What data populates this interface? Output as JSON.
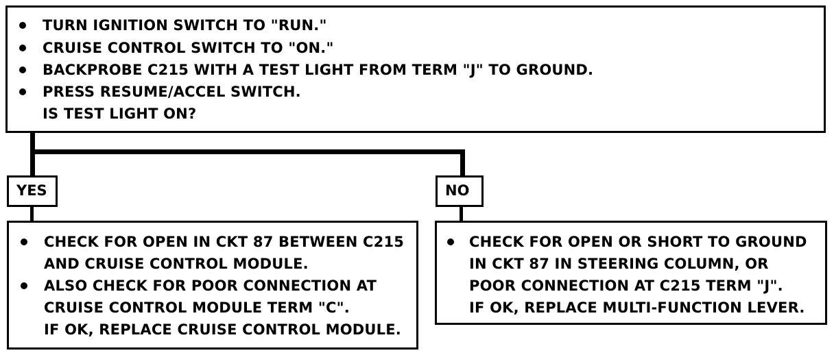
{
  "top_box": {
    "bullets": [
      "TURN IGNITION SWITCH TO \"RUN.\"",
      "CRUISE CONTROL SWITCH TO \"ON.\"",
      "BACKPROBE C215 WITH A TEST LIGHT FROM TERM \"J\" TO GROUND.",
      "PRESS RESUME/ACCEL SWITCH."
    ],
    "question": "IS TEST LIGHT ON?"
  },
  "yes_branch": {
    "label": "YES",
    "bullet1_lines": [
      "CHECK FOR OPEN IN CKT 87 BETWEEN C215",
      "AND CRUISE CONTROL MODULE."
    ],
    "bullet2_lines": [
      "ALSO CHECK FOR POOR CONNECTION AT",
      "CRUISE CONTROL MODULE TERM \"C\".",
      "IF OK, REPLACE CRUISE CONTROL MODULE."
    ]
  },
  "no_branch": {
    "label": "NO",
    "bullet1_lines": [
      "CHECK FOR OPEN OR SHORT TO GROUND",
      "IN CKT 87 IN STEERING COLUMN, OR",
      "POOR CONNECTION AT C215 TERM \"J\".",
      "IF OK, REPLACE MULTI-FUNCTION LEVER."
    ]
  }
}
